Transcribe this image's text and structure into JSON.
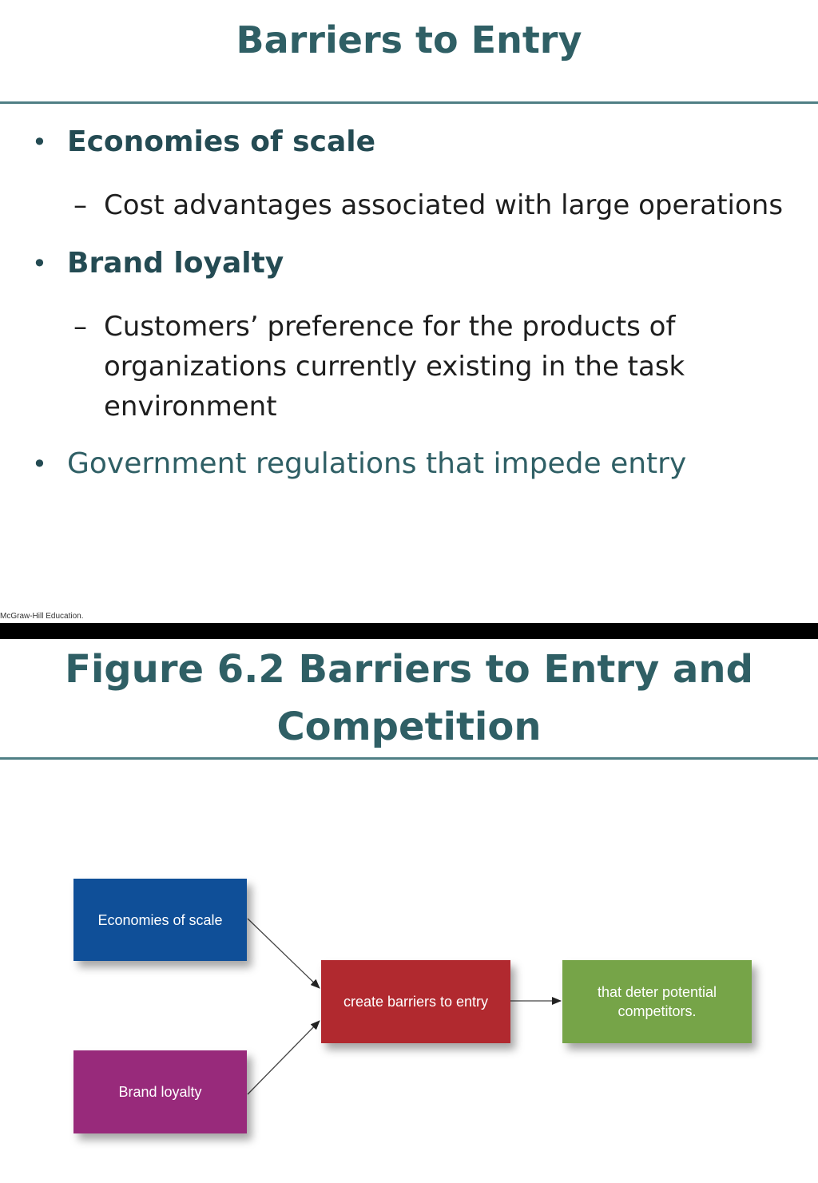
{
  "slide1": {
    "title": "Barriers to Entry",
    "bullets": [
      {
        "text": "Economies of scale",
        "sub": "Cost advantages associated with large operations"
      },
      {
        "text": "Brand loyalty",
        "sub_lines": [
          "Customers’ preference for the products of",
          "organizations currently existing in the task",
          "environment"
        ]
      },
      {
        "text": "Government regulations that impede entry"
      }
    ],
    "dash": "–",
    "bullet_char": "•",
    "footer": "McGraw-Hill Education."
  },
  "slide2": {
    "title_line1": "Figure 6.2 Barriers to Entry and",
    "title_line2": "Competition",
    "diagram": {
      "box_economies": "Economies of scale",
      "box_brand": "Brand loyalty",
      "box_barriers": "create barriers to entry",
      "box_deter_line1": "that deter potential",
      "box_deter_line2": "competitors."
    }
  },
  "colors": {
    "title": "#2f5f65",
    "economies": "#0f4f98",
    "brand": "#982a7b",
    "barriers": "#b1292f",
    "deter": "#76a448"
  }
}
